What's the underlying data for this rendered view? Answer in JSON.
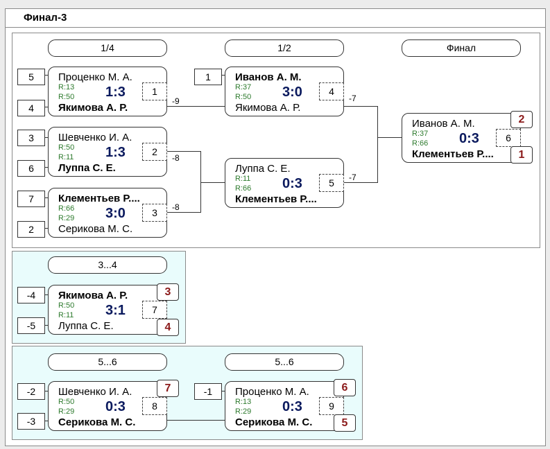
{
  "title": "Финал-3",
  "rounds": {
    "quarter": "1/4",
    "semi": "1/2",
    "final": "Финал",
    "third": "3...4",
    "fifth": "5...6"
  },
  "matches": {
    "q1": {
      "top": "Проценко М. А.",
      "bot": "Якимова А. Р.",
      "r1": "R:13",
      "r2": "R:50",
      "score": "1:3",
      "num": "1",
      "seed_top": "5",
      "seed_bot": "4",
      "loser": "-9"
    },
    "q2": {
      "top": "Шевченко И. А.",
      "bot": "Луппа С. Е.",
      "r1": "R:50",
      "r2": "R:11",
      "score": "1:3",
      "num": "2",
      "seed_top": "3",
      "seed_bot": "6",
      "loser": "-8"
    },
    "q3": {
      "top": "Клементьев Р....",
      "bot": "Серикова М. С.",
      "r1": "R:66",
      "r2": "R:29",
      "score": "3:0",
      "num": "3",
      "seed_top": "7",
      "seed_bot": "2",
      "loser": "-8"
    },
    "s1": {
      "top": "Иванов А. М.",
      "bot": "Якимова А. Р.",
      "r1": "R:37",
      "r2": "R:50",
      "score": "3:0",
      "num": "4",
      "seed_top": "1",
      "loser": "-7"
    },
    "s2": {
      "top": "Луппа С. Е.",
      "bot": "Клементьев Р....",
      "r1": "R:11",
      "r2": "R:66",
      "score": "0:3",
      "num": "5",
      "loser": "-7"
    },
    "f": {
      "top": "Иванов А. М.",
      "bot": "Клементьев Р....",
      "r1": "R:37",
      "r2": "R:66",
      "score": "0:3",
      "num": "6",
      "place_top": "2",
      "place_bot": "1"
    },
    "t": {
      "top": "Якимова А. Р.",
      "bot": "Луппа С. Е.",
      "r1": "R:50",
      "r2": "R:11",
      "score": "3:1",
      "num": "7",
      "seed_top": "-4",
      "seed_bot": "-5",
      "place_top": "3",
      "place_bot": "4"
    },
    "p1": {
      "top": "Шевченко И. А.",
      "bot": "Серикова М. С.",
      "r1": "R:50",
      "r2": "R:29",
      "score": "0:3",
      "num": "8",
      "seed_top": "-2",
      "seed_bot": "-3",
      "place_top": "7"
    },
    "p2": {
      "top": "Проценко М. А.",
      "bot": "Серикова М. С.",
      "r1": "R:13",
      "r2": "R:29",
      "score": "0:3",
      "num": "9",
      "seed_top": "-1",
      "place_top": "6",
      "place_bot": "5"
    }
  }
}
